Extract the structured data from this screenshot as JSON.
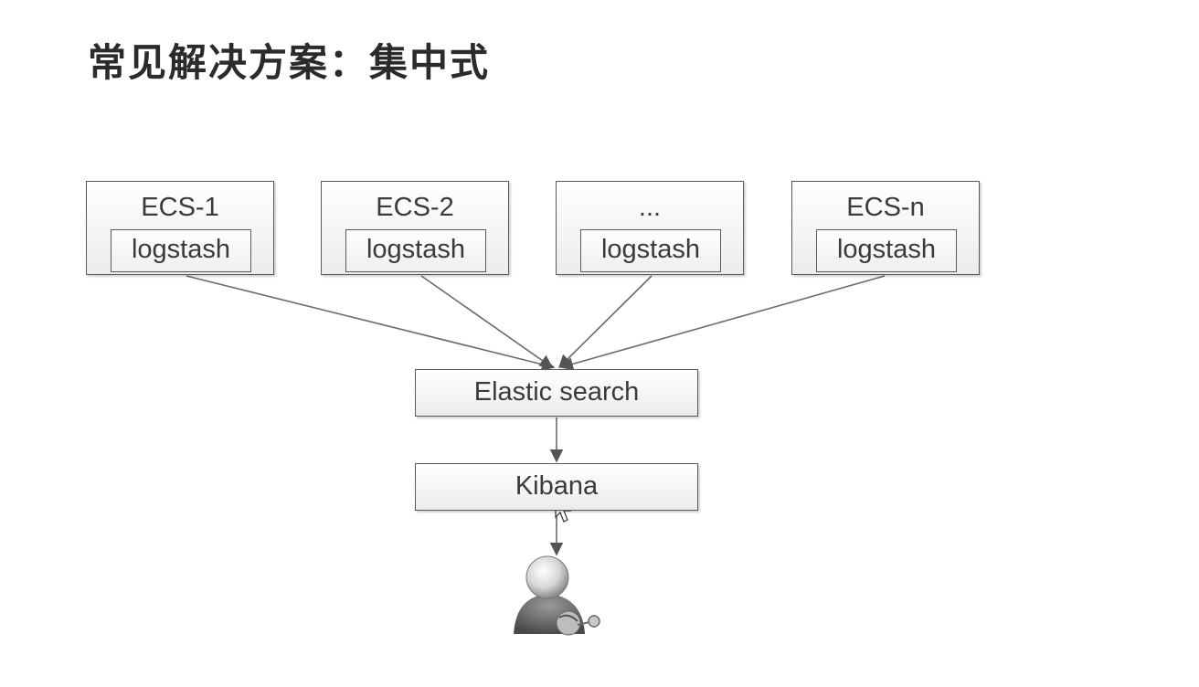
{
  "page": {
    "title": "常见解决方案：集中式"
  },
  "diagram": {
    "servers": [
      {
        "name": "ECS-1",
        "agent": "logstash"
      },
      {
        "name": "ECS-2",
        "agent": "logstash"
      },
      {
        "name": "...",
        "agent": "logstash"
      },
      {
        "name": "ECS-n",
        "agent": "logstash"
      }
    ],
    "storage": "Elastic search",
    "visualization": "Kibana",
    "end_user_icon": "user-icon"
  }
}
